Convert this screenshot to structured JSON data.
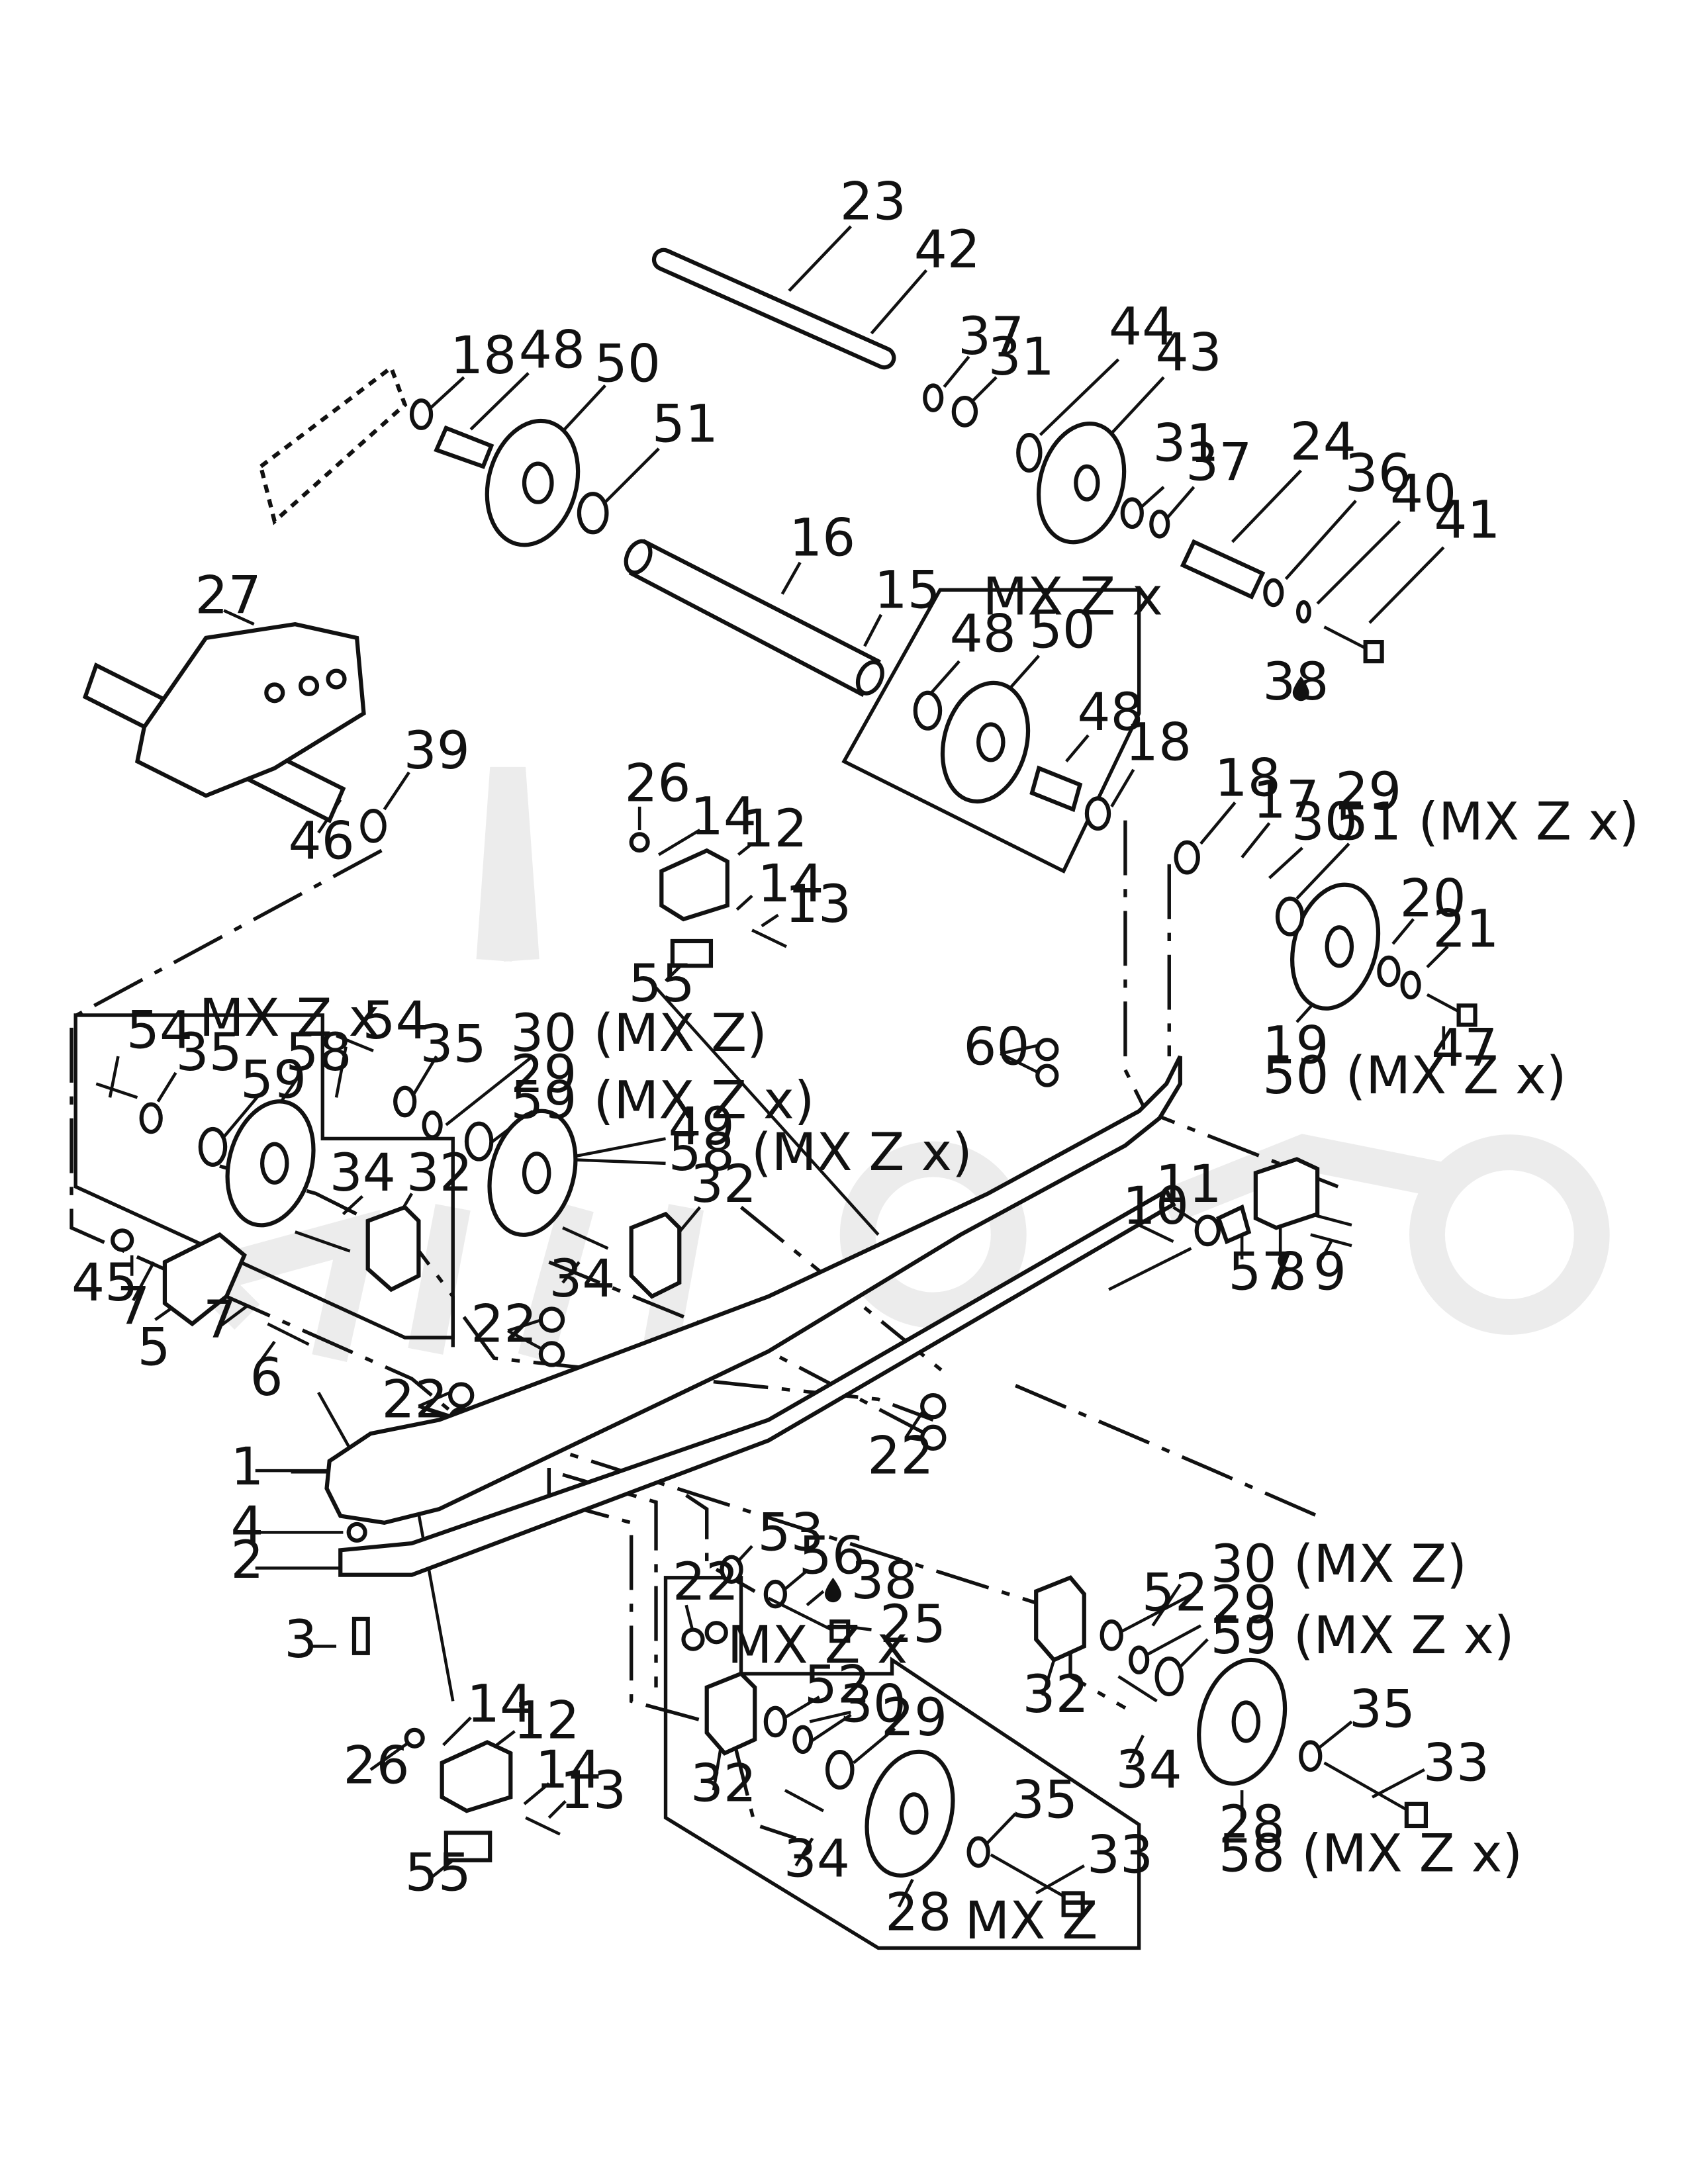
{
  "drop_icon": "oil-drop-icon",
  "colors": {
    "ink": "#111111",
    "watermark": "#ececec",
    "background": "#ffffff"
  },
  "labels": [
    "23",
    "42",
    "37",
    "31",
    "44",
    "43",
    "18",
    "48",
    "50",
    "51",
    "31",
    "37",
    "24",
    "36",
    "40",
    "41",
    "16",
    "15",
    "38",
    "MX Z x",
    "48",
    "50",
    "48",
    "18",
    "27",
    "39",
    "46",
    "26",
    "14",
    "12",
    "14",
    "13",
    "55",
    "18",
    "17",
    "30",
    "29",
    "51 (MX Z x)",
    "20",
    "21",
    "19",
    "47",
    "50 (MX Z x)",
    "60",
    "MX Z x",
    "54",
    "35",
    "58",
    "59",
    "54",
    "35",
    "30 (MX Z)",
    "29",
    "59 (MX Z x)",
    "49",
    "58 (MX Z x)",
    "32",
    "32",
    "34",
    "34",
    "45",
    "7",
    "5",
    "7",
    "6",
    "22",
    "22",
    "22",
    "11",
    "10",
    "57",
    "8",
    "9",
    "1",
    "4",
    "2",
    "3",
    "53",
    "56",
    "38",
    "25",
    "22",
    "MX Z x",
    "30 (MX Z)",
    "52",
    "29",
    "59 (MX Z x)",
    "32",
    "35",
    "34",
    "33",
    "28",
    "58 (MX Z x)",
    "14",
    "12",
    "26",
    "14",
    "13",
    "55",
    "52",
    "30",
    "29",
    "32",
    "35",
    "34",
    "33",
    "28",
    "MX Z"
  ]
}
